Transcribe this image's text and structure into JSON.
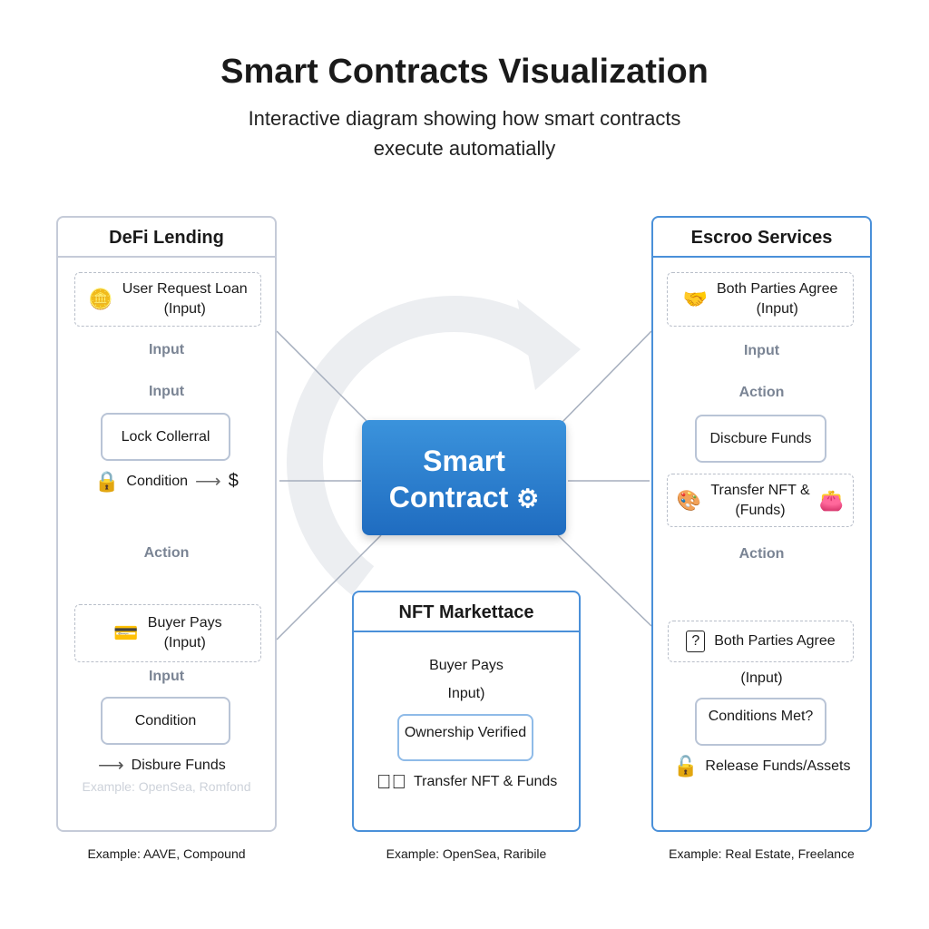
{
  "title": "Smart Contracts Visualization",
  "subtitle": "Interactive diagram showing how smart contracts execute automatially",
  "center": {
    "line1": "Smart",
    "line2": "Contract"
  },
  "defi": {
    "title": "DeFi Lending",
    "input1": "User Request Loan",
    "input1b": "(Input)",
    "lbl1": "Input",
    "lbl2": "Input",
    "box1": "Lock Collerral",
    "cond": "Condition",
    "dollar": "$",
    "lbl3": "Action",
    "input2": "Buyer Pays",
    "input2b": "(Input)",
    "lbl4": "Input",
    "box2": "Condition",
    "out": "Disbure Funds",
    "faded": "Example: OpenSea, Romfond",
    "example": "Example: AAVE, Compound"
  },
  "nft": {
    "title": "NFT Markettace",
    "t1": "Buyer Pays",
    "t2": "Input)",
    "box": "Ownership Verified",
    "out": "Transfer NFT & Funds",
    "example": "Example: OpenSea, Raribile"
  },
  "escrow": {
    "title": "Escroo Services",
    "input1": "Both Parties Agree",
    "input1b": "(Input)",
    "lbl1": "Input",
    "lbl2": "Action",
    "box1": "Discbure Funds",
    "input2": "Transfer NFT &",
    "input2b": "(Funds)",
    "lbl3": "Action",
    "input3": "Both Parties Agree",
    "t1": "(Input)",
    "box2": "Conditions Met?",
    "out": "Release Funds/Assets",
    "example": "Example: Real Estate, Freelance"
  }
}
